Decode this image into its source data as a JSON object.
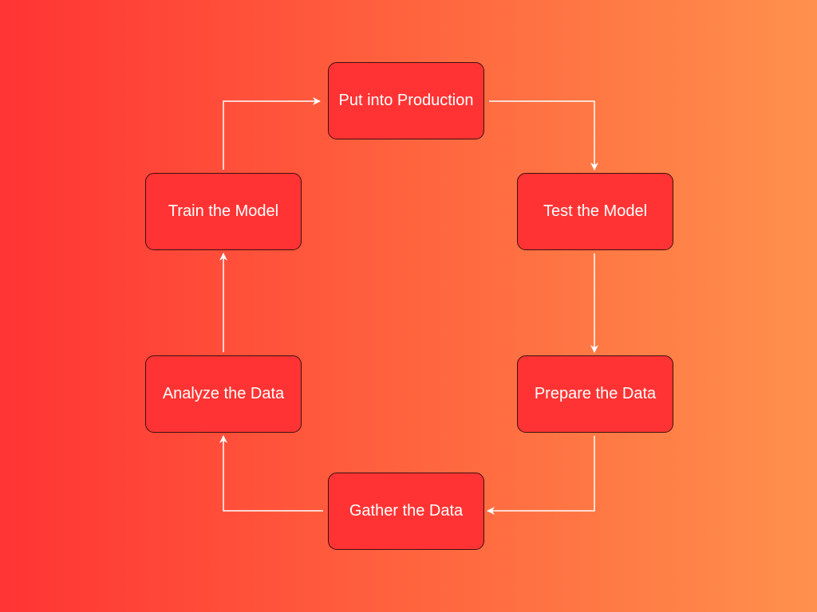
{
  "diagram": {
    "nodes": {
      "production": "Put into Production",
      "test": "Test the Model",
      "prepare": "Prepare the Data",
      "gather": "Gather the Data",
      "analyze": "Analyze the Data",
      "train": "Train the Model"
    },
    "edges": [
      {
        "from": "production",
        "to": "test"
      },
      {
        "from": "test",
        "to": "prepare"
      },
      {
        "from": "prepare",
        "to": "gather"
      },
      {
        "from": "gather",
        "to": "analyze"
      },
      {
        "from": "analyze",
        "to": "train"
      },
      {
        "from": "train",
        "to": "production"
      }
    ],
    "colors": {
      "node_fill": "#ff3333",
      "node_border": "#3a1010",
      "connector": "#ffffff",
      "background_start": "#ff3434",
      "background_end": "#ff914d"
    }
  }
}
